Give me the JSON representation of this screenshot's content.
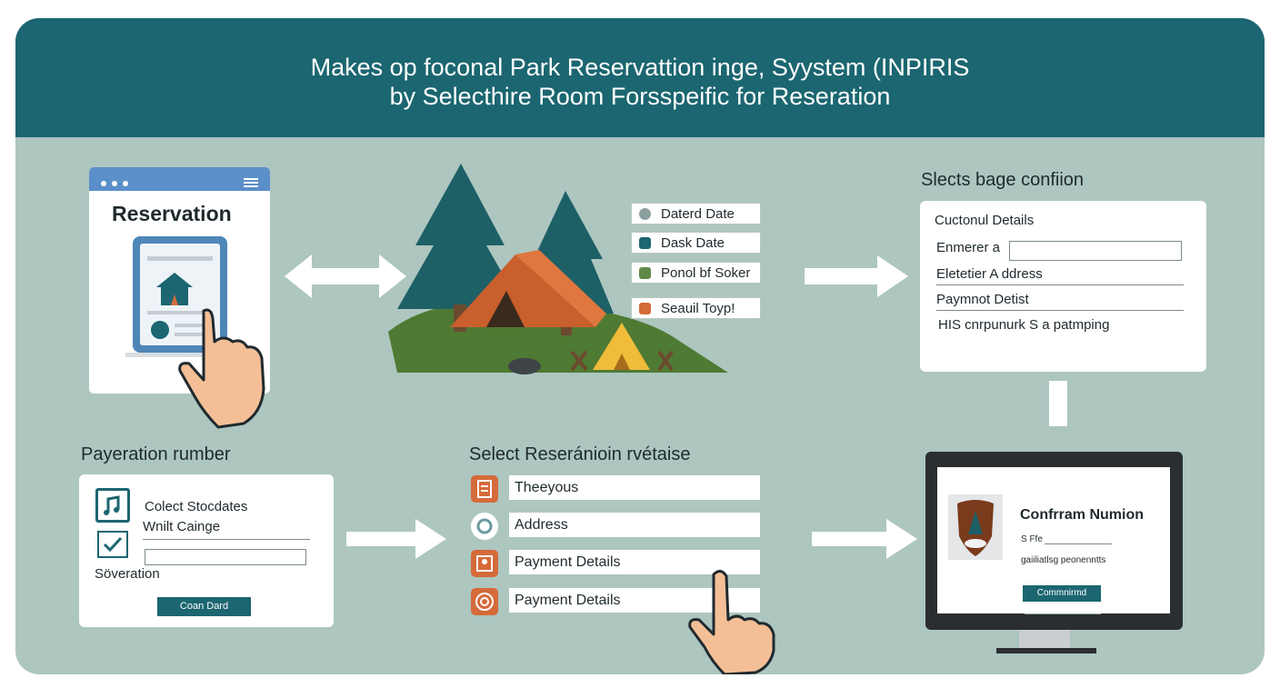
{
  "header": {
    "title_line1": "Makes op foconal Park Reservattion inge, Syystem (INPIRIS",
    "title_line2": "by Selecthire Room Forsspeific for Reseration"
  },
  "reservation_panel": {
    "label": "Reservation"
  },
  "date_options": [
    {
      "label": "Daterd Date",
      "icon": "clock-icon"
    },
    {
      "label": "Dask Date",
      "icon": "calendar-icon"
    },
    {
      "label": "Ponol bf Soker",
      "icon": "edit-icon"
    },
    {
      "label": "Seauil Toyp!",
      "icon": "tag-icon"
    }
  ],
  "confirm_form": {
    "heading": "Slects bage confiion",
    "subtitle": "Cuctonul Details",
    "fields": [
      "Enmerer a",
      "Eletetier A ddress",
      "Paymnot Detist",
      "HIS cnrpunurk S a patmping"
    ]
  },
  "payment_panel": {
    "heading": "Payeration rumber",
    "line1": "Colect Stocdates",
    "line2": "Wnilt Cainge",
    "label": "Söveration",
    "button": "Coan Dard"
  },
  "select_list": {
    "heading": "Select  Reseránioin rvétaise",
    "items": [
      {
        "label": "Theeyous",
        "icon": "document-icon"
      },
      {
        "label": "Address",
        "icon": "location-icon"
      },
      {
        "label": "Payment Details",
        "icon": "id-card-icon"
      },
      {
        "label": "Payment Details",
        "icon": "target-icon"
      }
    ]
  },
  "monitor": {
    "title": "Confrram Numion",
    "line1": "S Ffe",
    "line2": "gaiiliatlsg peonenntts",
    "button": "Commnirmd"
  },
  "colors": {
    "teal": "#1b6670",
    "background": "#adc6c0",
    "accent_orange": "#d56a3a",
    "tree_green": "#1d6066",
    "grass": "#4f7a33"
  }
}
